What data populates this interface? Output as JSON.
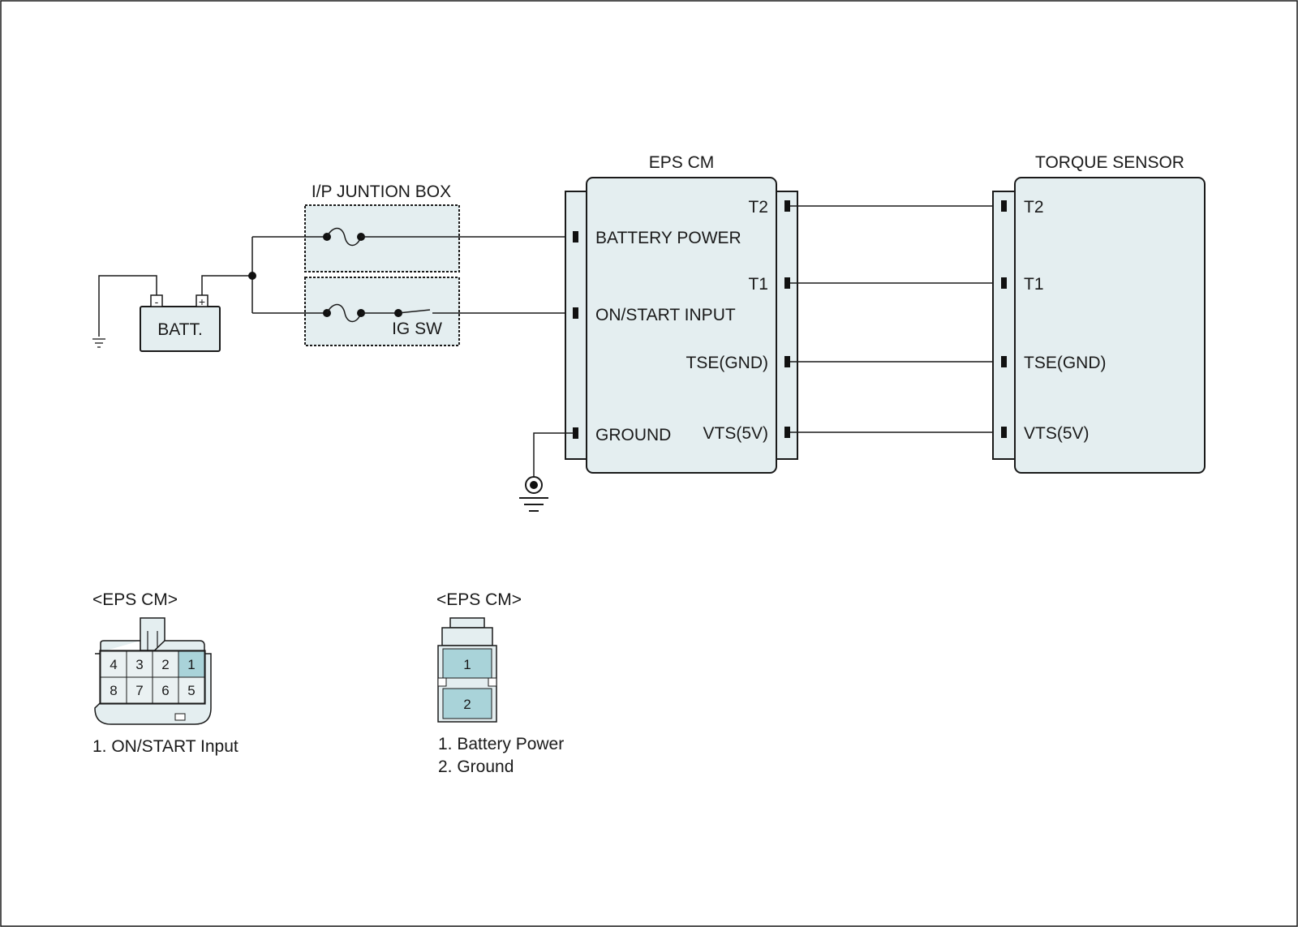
{
  "junction_box": {
    "title": "I/P JUNTION BOX",
    "switch_label": "IG SW"
  },
  "battery": {
    "label": "BATT.",
    "neg": "-",
    "pos": "+"
  },
  "eps_cm": {
    "title": "EPS CM",
    "left_pins": [
      "BATTERY POWER",
      "ON/START INPUT",
      "GROUND"
    ],
    "right_pins": [
      "T2",
      "T1",
      "TSE(GND)",
      "VTS(5V)"
    ]
  },
  "torque_sensor": {
    "title": "TORQUE SENSOR",
    "pins": [
      "T2",
      "T1",
      "TSE(GND)",
      "VTS(5V)"
    ]
  },
  "connector_1": {
    "title": "<EPS CM>",
    "pins_row1": [
      "4",
      "3",
      "2",
      "1"
    ],
    "pins_row2": [
      "8",
      "7",
      "6",
      "5"
    ],
    "legend": [
      "1. ON/START Input"
    ]
  },
  "connector_2": {
    "title": "<EPS CM>",
    "pins": [
      "1",
      "2"
    ],
    "legend": [
      "1. Battery Power",
      "2. Ground"
    ]
  },
  "colors": {
    "fill": "#e4eef0",
    "highlight_pin": "#a9d3d9",
    "line": "#1a1a1a"
  }
}
